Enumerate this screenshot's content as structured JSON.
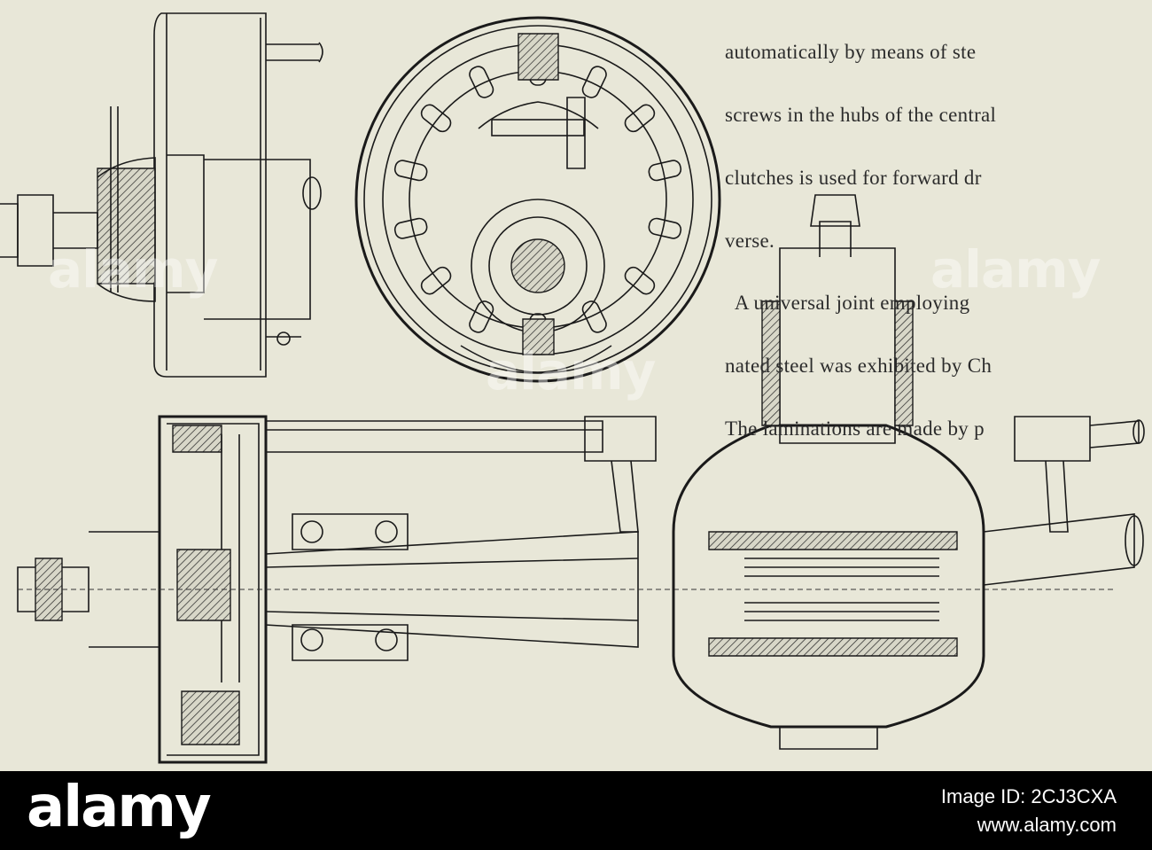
{
  "page": {
    "text_lines": [
      "automatically by means of ste",
      "screws in the hubs of the central",
      "clutches is used for forward dr",
      "verse.",
      "  A universal joint employing",
      "nated steel was exhibited by Ch",
      "The laminations are made by p"
    ],
    "figure_name": "axle-and-hub-engineering-drawing"
  },
  "watermark": {
    "text": "alamy"
  },
  "footer": {
    "logo": "alamy",
    "image_id_label": "Image ID: 2CJ3CXA",
    "url": "www.alamy.com"
  }
}
